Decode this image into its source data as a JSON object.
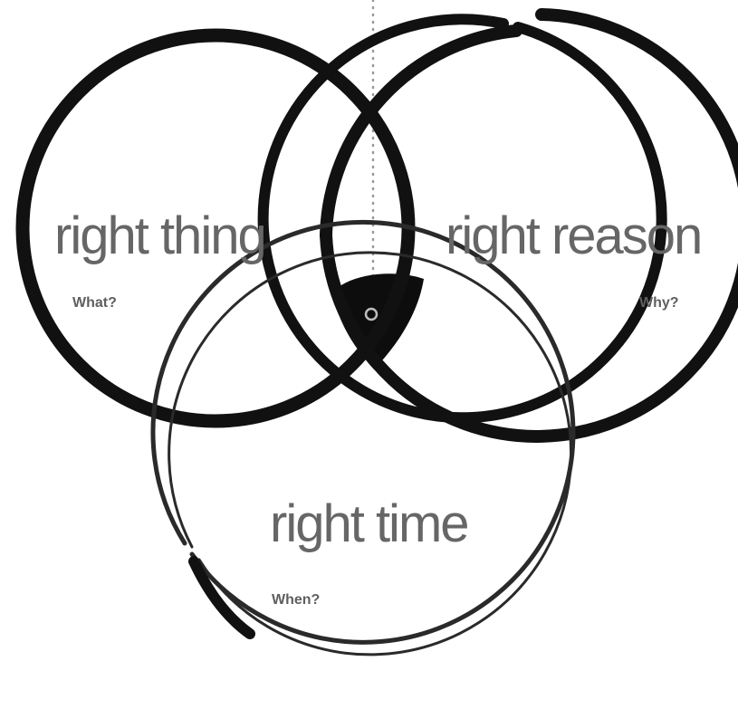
{
  "circles": [
    {
      "id": "thing",
      "label": "right thing",
      "question": "What?"
    },
    {
      "id": "reason",
      "label": "right reason",
      "question": "Why?"
    },
    {
      "id": "time",
      "label": "right time",
      "question": "When?"
    }
  ],
  "colors": {
    "stroke": "#111111",
    "label": "#666666",
    "divider": "#999999",
    "background": "#ffffff"
  }
}
